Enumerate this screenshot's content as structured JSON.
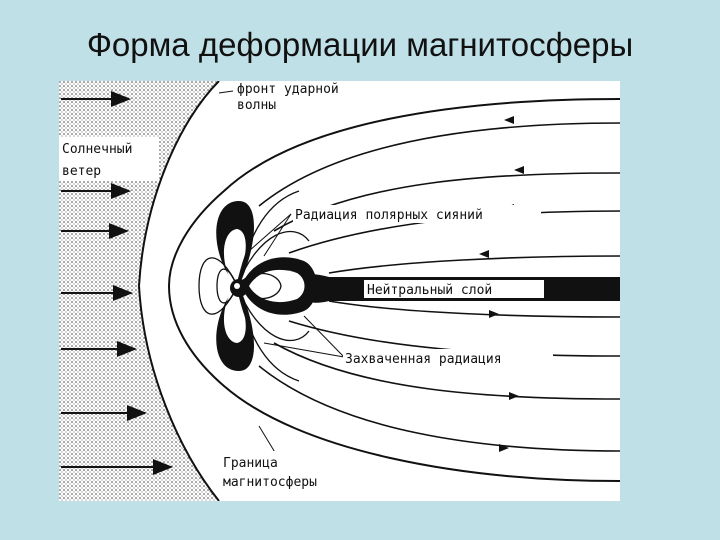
{
  "slide": {
    "title": "Форма деформации магнитосферы"
  },
  "diagram": {
    "labels": {
      "shock_front_line1": "фронт ударной",
      "shock_front_line2": "волны",
      "solar_wind_line1": "Солнечный",
      "solar_wind_line2": "ветер",
      "aurora_radiation": "Радиация полярных сияний",
      "neutral_sheet": "Нейтральный слой",
      "trapped_radiation": "Захваченная радиация",
      "boundary_line1": "Граница",
      "boundary_line2": "магнитосферы"
    },
    "colors": {
      "background": "#bfe0e6",
      "panel": "#ffffff",
      "ink": "#111111",
      "hatch": "#555555"
    }
  }
}
